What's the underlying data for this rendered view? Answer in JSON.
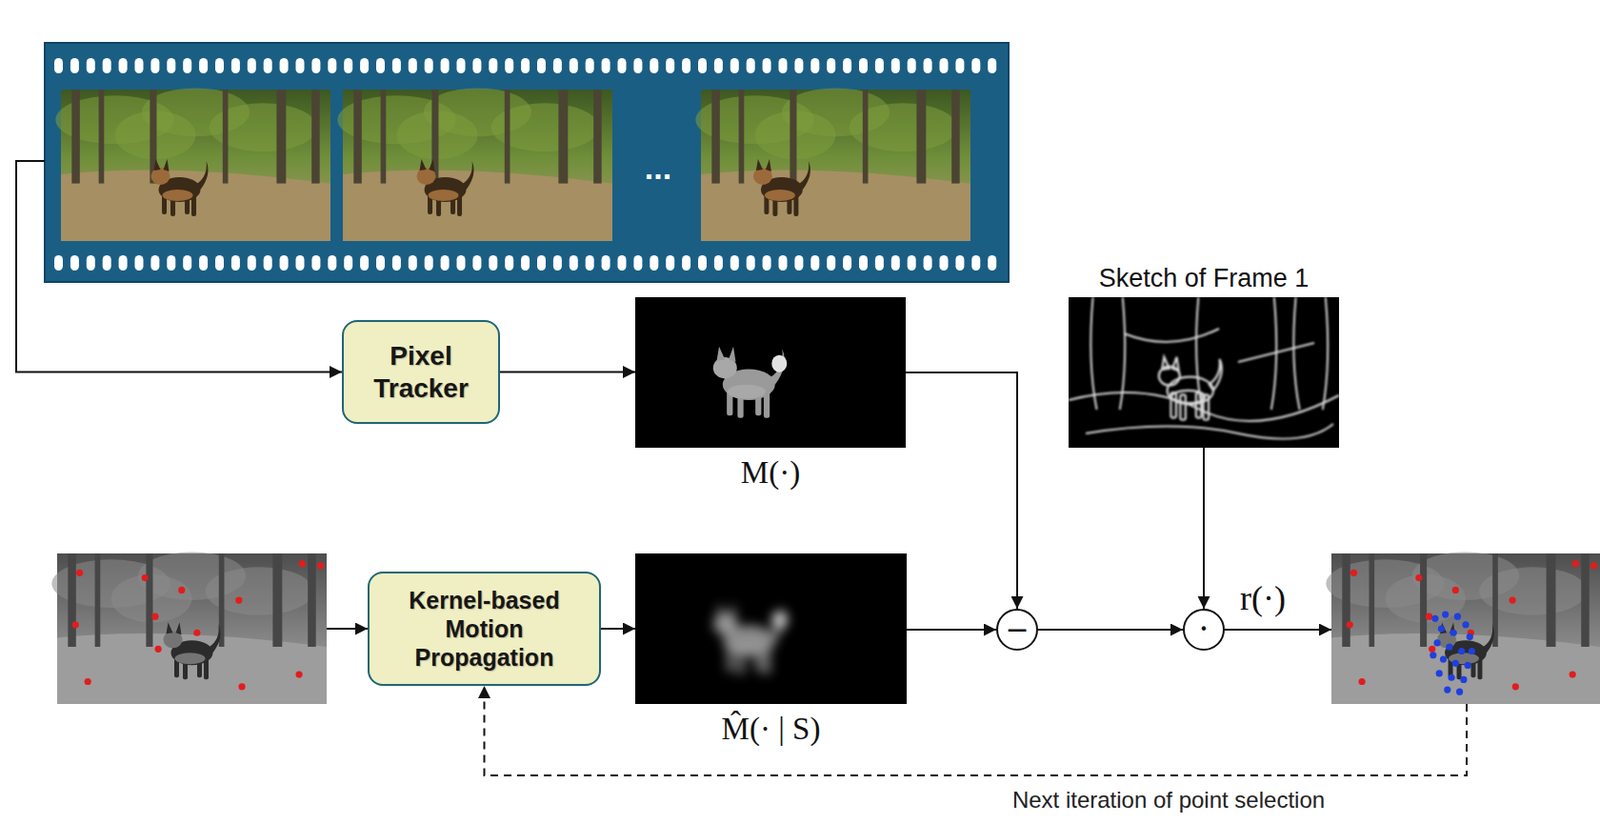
{
  "diagram": {
    "nodes": [
      {
        "text": [
          "..."
        ]
      },
      {
        "text": [
          "Pixel Tracker"
        ]
      },
      {
        "text": [
          "M(·)"
        ]
      },
      {
        "text": [
          "Sketch of Frame 1"
        ]
      },
      {
        "text": []
      },
      {
        "text": [
          "Kernel-based Motion Propagation"
        ]
      },
      {
        "text": [
          "M̂(· | S)"
        ]
      },
      {
        "text": [
          "−"
        ]
      },
      {
        "text": [
          "•"
        ]
      },
      {
        "text": []
      }
    ],
    "edges": [
      {
        "from": 0,
        "to": 1,
        "arrow": "to"
      },
      {
        "from": 1,
        "to": 2,
        "arrow": "to"
      },
      {
        "from": 2,
        "to": 7,
        "arrow": "to"
      },
      {
        "from": 4,
        "to": 5,
        "arrow": "to"
      },
      {
        "from": 5,
        "to": 6,
        "arrow": "to"
      },
      {
        "from": 6,
        "to": 7,
        "arrow": "to"
      },
      {
        "from": 7,
        "to": 8,
        "arrow": "to"
      },
      {
        "from": 3,
        "to": 8,
        "arrow": "to"
      },
      {
        "from": 8,
        "to": 9,
        "label": "r(·)",
        "arrow": "to"
      },
      {
        "from": 9,
        "to": 5,
        "label": "Next iteration of point selection",
        "arrow": "to"
      }
    ]
  }
}
